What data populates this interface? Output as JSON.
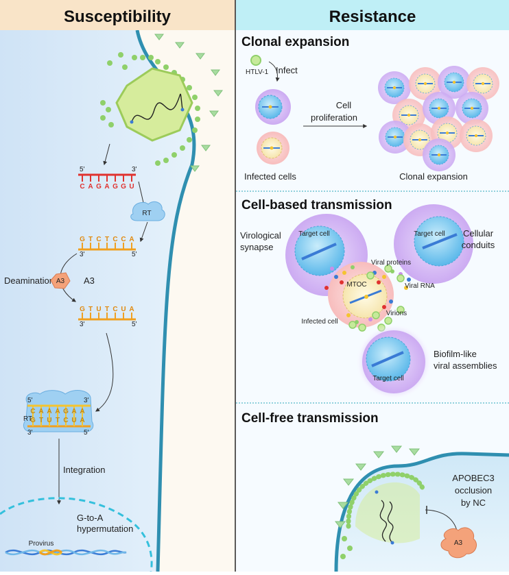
{
  "left_panel": {
    "header": "Susceptibility",
    "rna": {
      "prime5": "5'",
      "prime3": "3'",
      "bases": [
        "C",
        "A",
        "G",
        "A",
        "G",
        "G",
        "U"
      ]
    },
    "rt_label": "RT",
    "cdna": {
      "prime3": "3'",
      "prime5": "5'",
      "bases": [
        "G",
        "T",
        "C",
        "T",
        "C",
        "C",
        "A"
      ]
    },
    "deamination_label": "Deamination",
    "a3_badge": "A3",
    "a3_label": "A3",
    "mutated": {
      "prime3": "3'",
      "prime5": "5'",
      "bases": [
        "G",
        "T",
        "U",
        "T",
        "C",
        "U",
        "A"
      ]
    },
    "duplex": {
      "top_prime5": "5'",
      "top_prime3": "3'",
      "top_bases": [
        "C",
        "A",
        "A",
        "A",
        "G",
        "A",
        "A"
      ],
      "bottom_bases": [
        "G",
        "T",
        "U",
        "T",
        "C",
        "U",
        "A"
      ],
      "bottom_prime3": "3'",
      "bottom_prime5": "5'",
      "rt_label": "RT"
    },
    "integration_label": "Integration",
    "hypermutation_line1": "G-to-A",
    "hypermutation_line2": "hypermutation",
    "provirus_label": "Provirus"
  },
  "right_panel": {
    "header": "Resistance",
    "clonal": {
      "title": "Clonal expansion",
      "virus_label": "HTLV-1",
      "infect_label": "Infect",
      "proliferation_line1": "Cell",
      "proliferation_line2": "proliferation",
      "infected_cells_label": "Infected cells",
      "clonal_expansion_label": "Clonal expansion"
    },
    "cell_based": {
      "title": "Cell-based transmission",
      "virological_line1": "Virological",
      "virological_line2": "synapse",
      "target_cell_left": "Target cell",
      "target_cell_right": "Target cell",
      "cellular_line1": "Cellular",
      "cellular_line2": "conduits",
      "viral_proteins": "Viral proteins",
      "viral_rna": "Viral RNA",
      "mtoc": "MTOC",
      "infected_cell": "Infected cell",
      "virions": "Virions",
      "target_cell_bottom": "Target cell",
      "biofilm_line1": "Biofilm-like",
      "biofilm_line2": "viral assemblies"
    },
    "cell_free": {
      "title": "Cell-free transmission",
      "apobec_line1": "APOBEC3",
      "apobec_line2": "occlusion",
      "apobec_line3": "by NC",
      "a3_badge": "A3"
    }
  },
  "colors": {
    "left_header_bg": "#f9e4c8",
    "right_header_bg": "#bfeff6",
    "membrane": "#2f8fb0",
    "virus_green": "#8fd06a",
    "rna_red": "#e0322f",
    "dna_orange": "#f0a020",
    "dna_yellow": "#f4c430",
    "nucleus_blue": "#5bb8ea",
    "target_purple": "#c8a4f0",
    "infected_pink": "#f9c0c0"
  }
}
